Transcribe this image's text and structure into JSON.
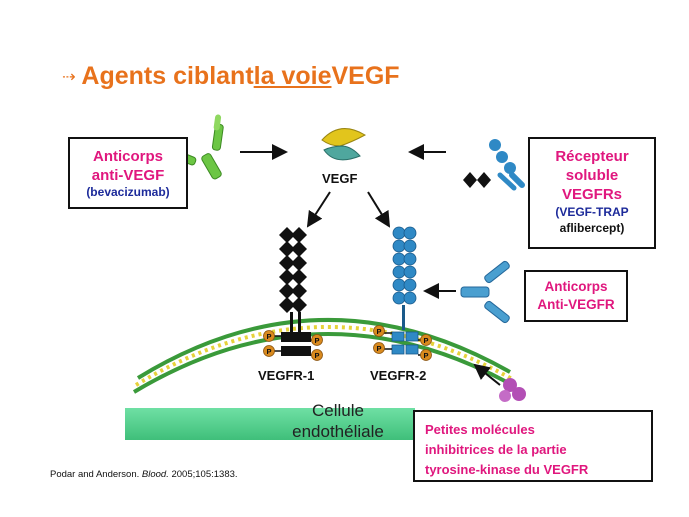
{
  "title": {
    "arrow_glyph": "⇢",
    "part1": "Agents ciblant ",
    "part2_underlined": "la voie",
    "part3": " VEGF"
  },
  "boxes": {
    "anti_vegf": {
      "line1": "Anticorps",
      "line2": "anti-VEGF",
      "line3": "(bevacizumab)"
    },
    "soluble": {
      "line1": "Récepteur",
      "line2": "soluble",
      "line3": "VEGFRs",
      "line4": "(VEGF-TRAP",
      "line5": "aflibercept)"
    },
    "anti_vegfr": {
      "line1": "Anticorps",
      "line2": "Anti-VEGFR"
    },
    "small_molecules": {
      "line1": "Petites molécules",
      "line2": "inhibitrices de la partie",
      "line3": "tyrosine-kinase du VEGFR"
    }
  },
  "labels": {
    "vegf": "VEGF",
    "vegfr1": "VEGFR-1",
    "vegfr2": "VEGFR-2",
    "cell_line1": "Cellule",
    "cell_line2": "endothéliale",
    "phospho": "P"
  },
  "citation": {
    "authors": "Podar and Anderson. ",
    "journal": "Blood.",
    "ref": " 2005;105:1383."
  },
  "colors": {
    "title": "#e8721c",
    "box_text_pink": "#e0177e",
    "box_text_blue": "#1c2a9a",
    "membrane": "#3a9a3a",
    "membrane_dots": "#e6d23a",
    "cell_band": "#4fc98a",
    "antibody_green": "#6cc644",
    "antibody_blue": "#4a9fd0",
    "receptor_black": "#111111",
    "receptor_blue": "#2f89c5",
    "phospho_orange": "#d98a1e",
    "small_molecule_purple": "#b34fb5",
    "vegf_yellow": "#e2c51c",
    "vegf_teal": "#4fa79e"
  },
  "icons": [
    "green-antibody-icon",
    "vegf-ligand-icon",
    "blue-antibody-icon",
    "soluble-receptor-icon",
    "small-molecule-icon"
  ]
}
